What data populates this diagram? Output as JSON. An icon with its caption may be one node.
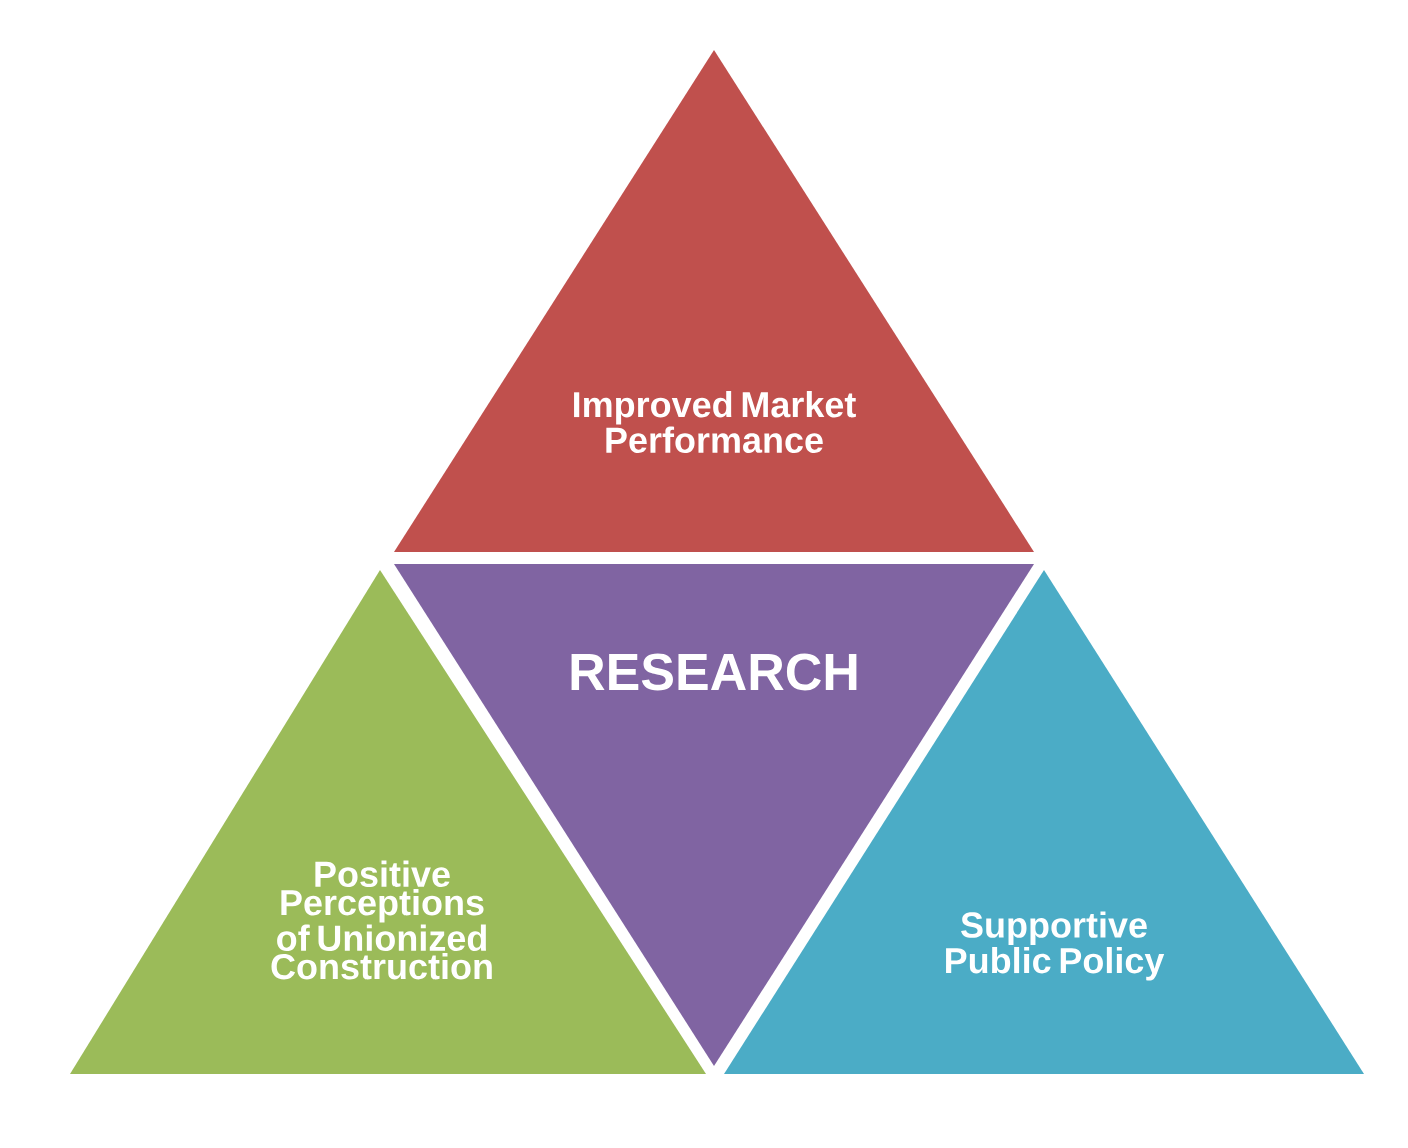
{
  "diagram": {
    "nodes": [
      {
        "text": [
          "Improved Market Performance"
        ]
      },
      {
        "text": [
          "RESEARCH"
        ]
      },
      {
        "text": [
          "Positive Perceptions of Unionized Construction"
        ]
      },
      {
        "text": [
          "Supportive Public Policy"
        ]
      }
    ]
  }
}
